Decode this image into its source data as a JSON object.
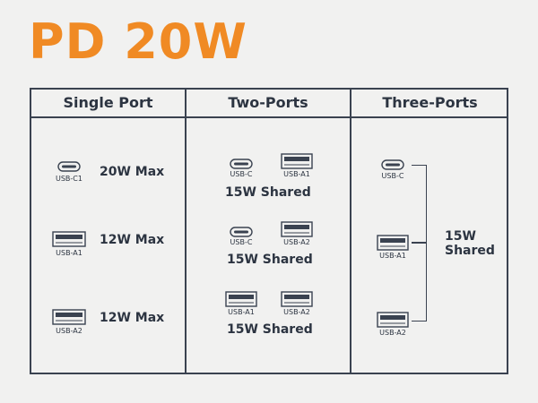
{
  "title": "PD 20W",
  "headers": [
    "Single Port",
    "Two-Ports",
    "Three-Ports"
  ],
  "single_port": {
    "rows": [
      {
        "port_icon": "usb-c-port-icon",
        "port_label": "USB-C1",
        "power": "20W Max"
      },
      {
        "port_icon": "usb-a-port-icon",
        "port_label": "USB-A1",
        "power": "12W Max"
      },
      {
        "port_icon": "usb-a-port-icon",
        "port_label": "USB-A2",
        "power": "12W Max"
      }
    ]
  },
  "two_ports": {
    "groups": [
      {
        "left_label": "USB-C",
        "right_label": "USB-A1",
        "power": "15W Shared"
      },
      {
        "left_label": "USB-C",
        "right_label": "USB-A2",
        "power": "15W Shared"
      },
      {
        "left_label": "USB-A1",
        "right_label": "USB-A2",
        "power": "15W Shared"
      }
    ]
  },
  "three_ports": {
    "ports": [
      "USB-C",
      "USB-A1",
      "USB-A2"
    ],
    "power_line1": "15W",
    "power_line2": "Shared"
  },
  "colors": {
    "accent": "#f08a24",
    "text": "#2c3441",
    "line": "#3a4250",
    "background": "#f1f1f0"
  }
}
